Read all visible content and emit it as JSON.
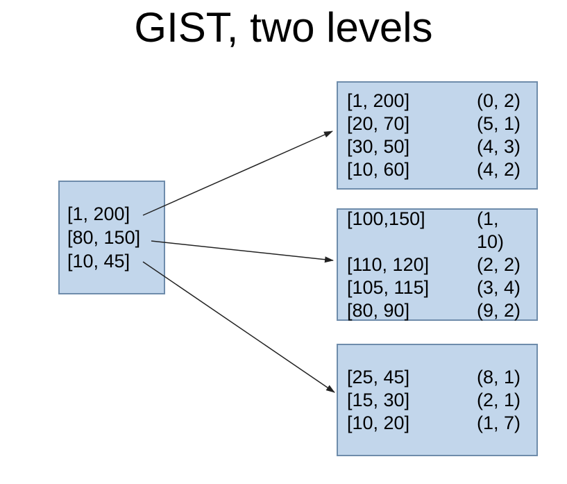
{
  "title": "GIST, two levels",
  "colors": {
    "background": "#ffffff",
    "node_fill": "#c2d6eb",
    "node_border": "#6e8cab",
    "text": "#000000",
    "arrow": "#222222"
  },
  "root": {
    "entries": [
      "[1, 200]",
      "[80, 150]",
      "[10, 45]"
    ]
  },
  "leaves": [
    {
      "rows": [
        {
          "range": "[1, 200]",
          "pointer": "(0, 2)"
        },
        {
          "range": "[20, 70]",
          "pointer": "(5, 1)"
        },
        {
          "range": "[30, 50]",
          "pointer": "(4, 3)"
        },
        {
          "range": "[10, 60]",
          "pointer": "(4, 2)"
        }
      ]
    },
    {
      "rows": [
        {
          "range": "[100,150]",
          "pointer": "(1, 10)"
        },
        {
          "range": "[110, 120]",
          "pointer": "(2, 2)"
        },
        {
          "range": "[105, 115]",
          "pointer": "(3, 4)"
        },
        {
          "range": "[80, 90]",
          "pointer": "(9, 2)"
        }
      ]
    },
    {
      "rows": [
        {
          "range": "[25, 45]",
          "pointer": "(8, 1)"
        },
        {
          "range": "[15, 30]",
          "pointer": "(2, 1)"
        },
        {
          "range": "[10, 20]",
          "pointer": "(1, 7)"
        }
      ]
    }
  ]
}
